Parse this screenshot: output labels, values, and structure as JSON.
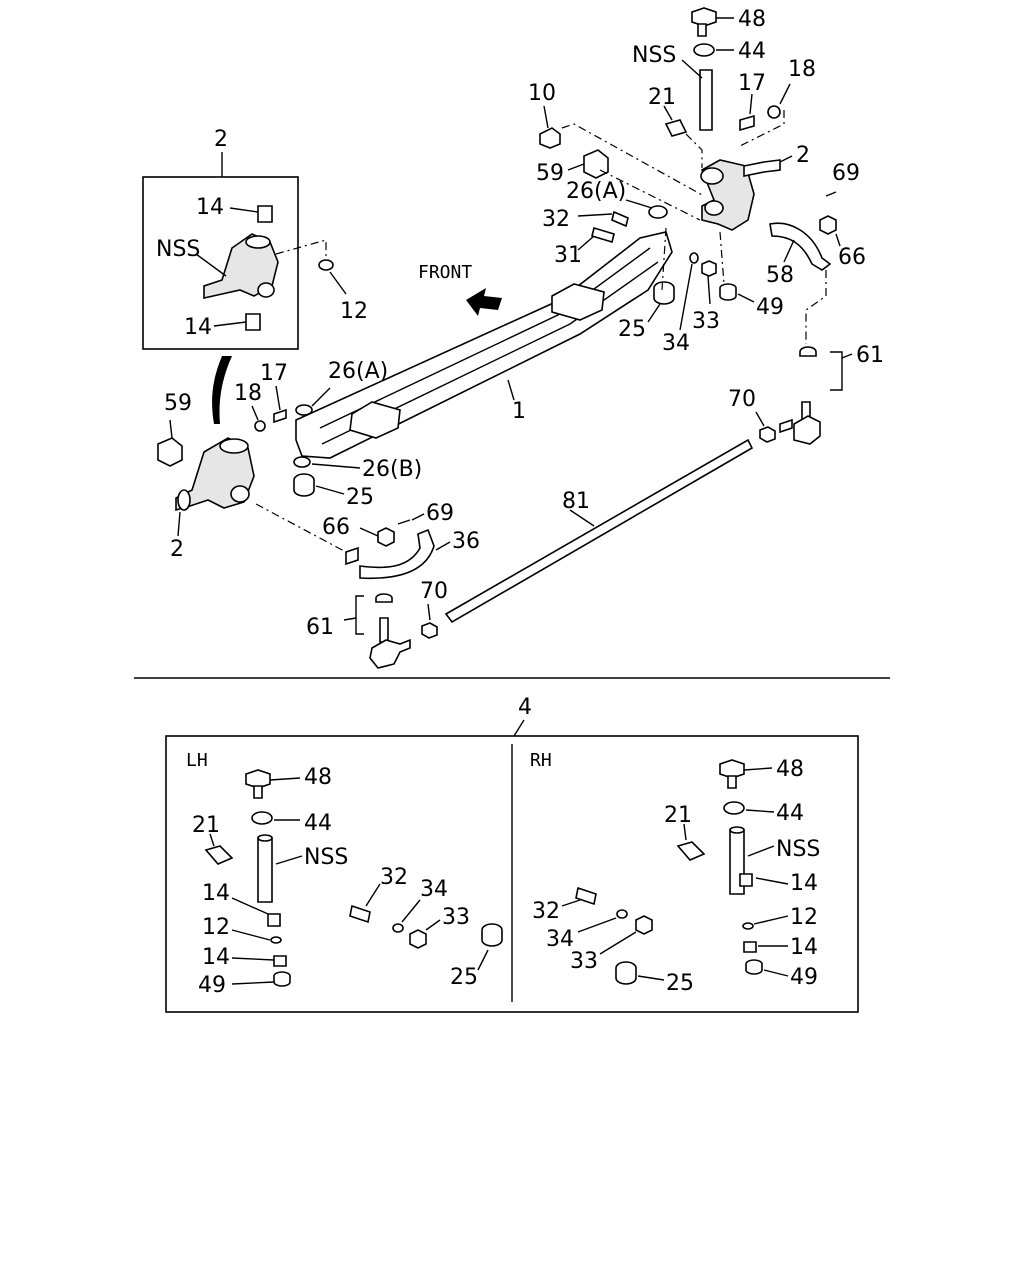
{
  "labels": {
    "front": "FRONT",
    "nss": "NSS",
    "lh": "LH",
    "rh": "RH",
    "p1": "1",
    "p2": "2",
    "p4": "4",
    "p10": "10",
    "p12": "12",
    "p14": "14",
    "p17": "17",
    "p18": "18",
    "p21": "21",
    "p25": "25",
    "p26a": "26(A)",
    "p26b": "26(B)",
    "p31": "31",
    "p32": "32",
    "p33": "33",
    "p34": "34",
    "p36": "36",
    "p44": "44",
    "p48": "48",
    "p49": "49",
    "p58": "58",
    "p59": "59",
    "p61": "61",
    "p66": "66",
    "p69": "69",
    "p70": "70",
    "p81": "81"
  },
  "colors": {
    "line": "#000000",
    "background": "#ffffff"
  }
}
